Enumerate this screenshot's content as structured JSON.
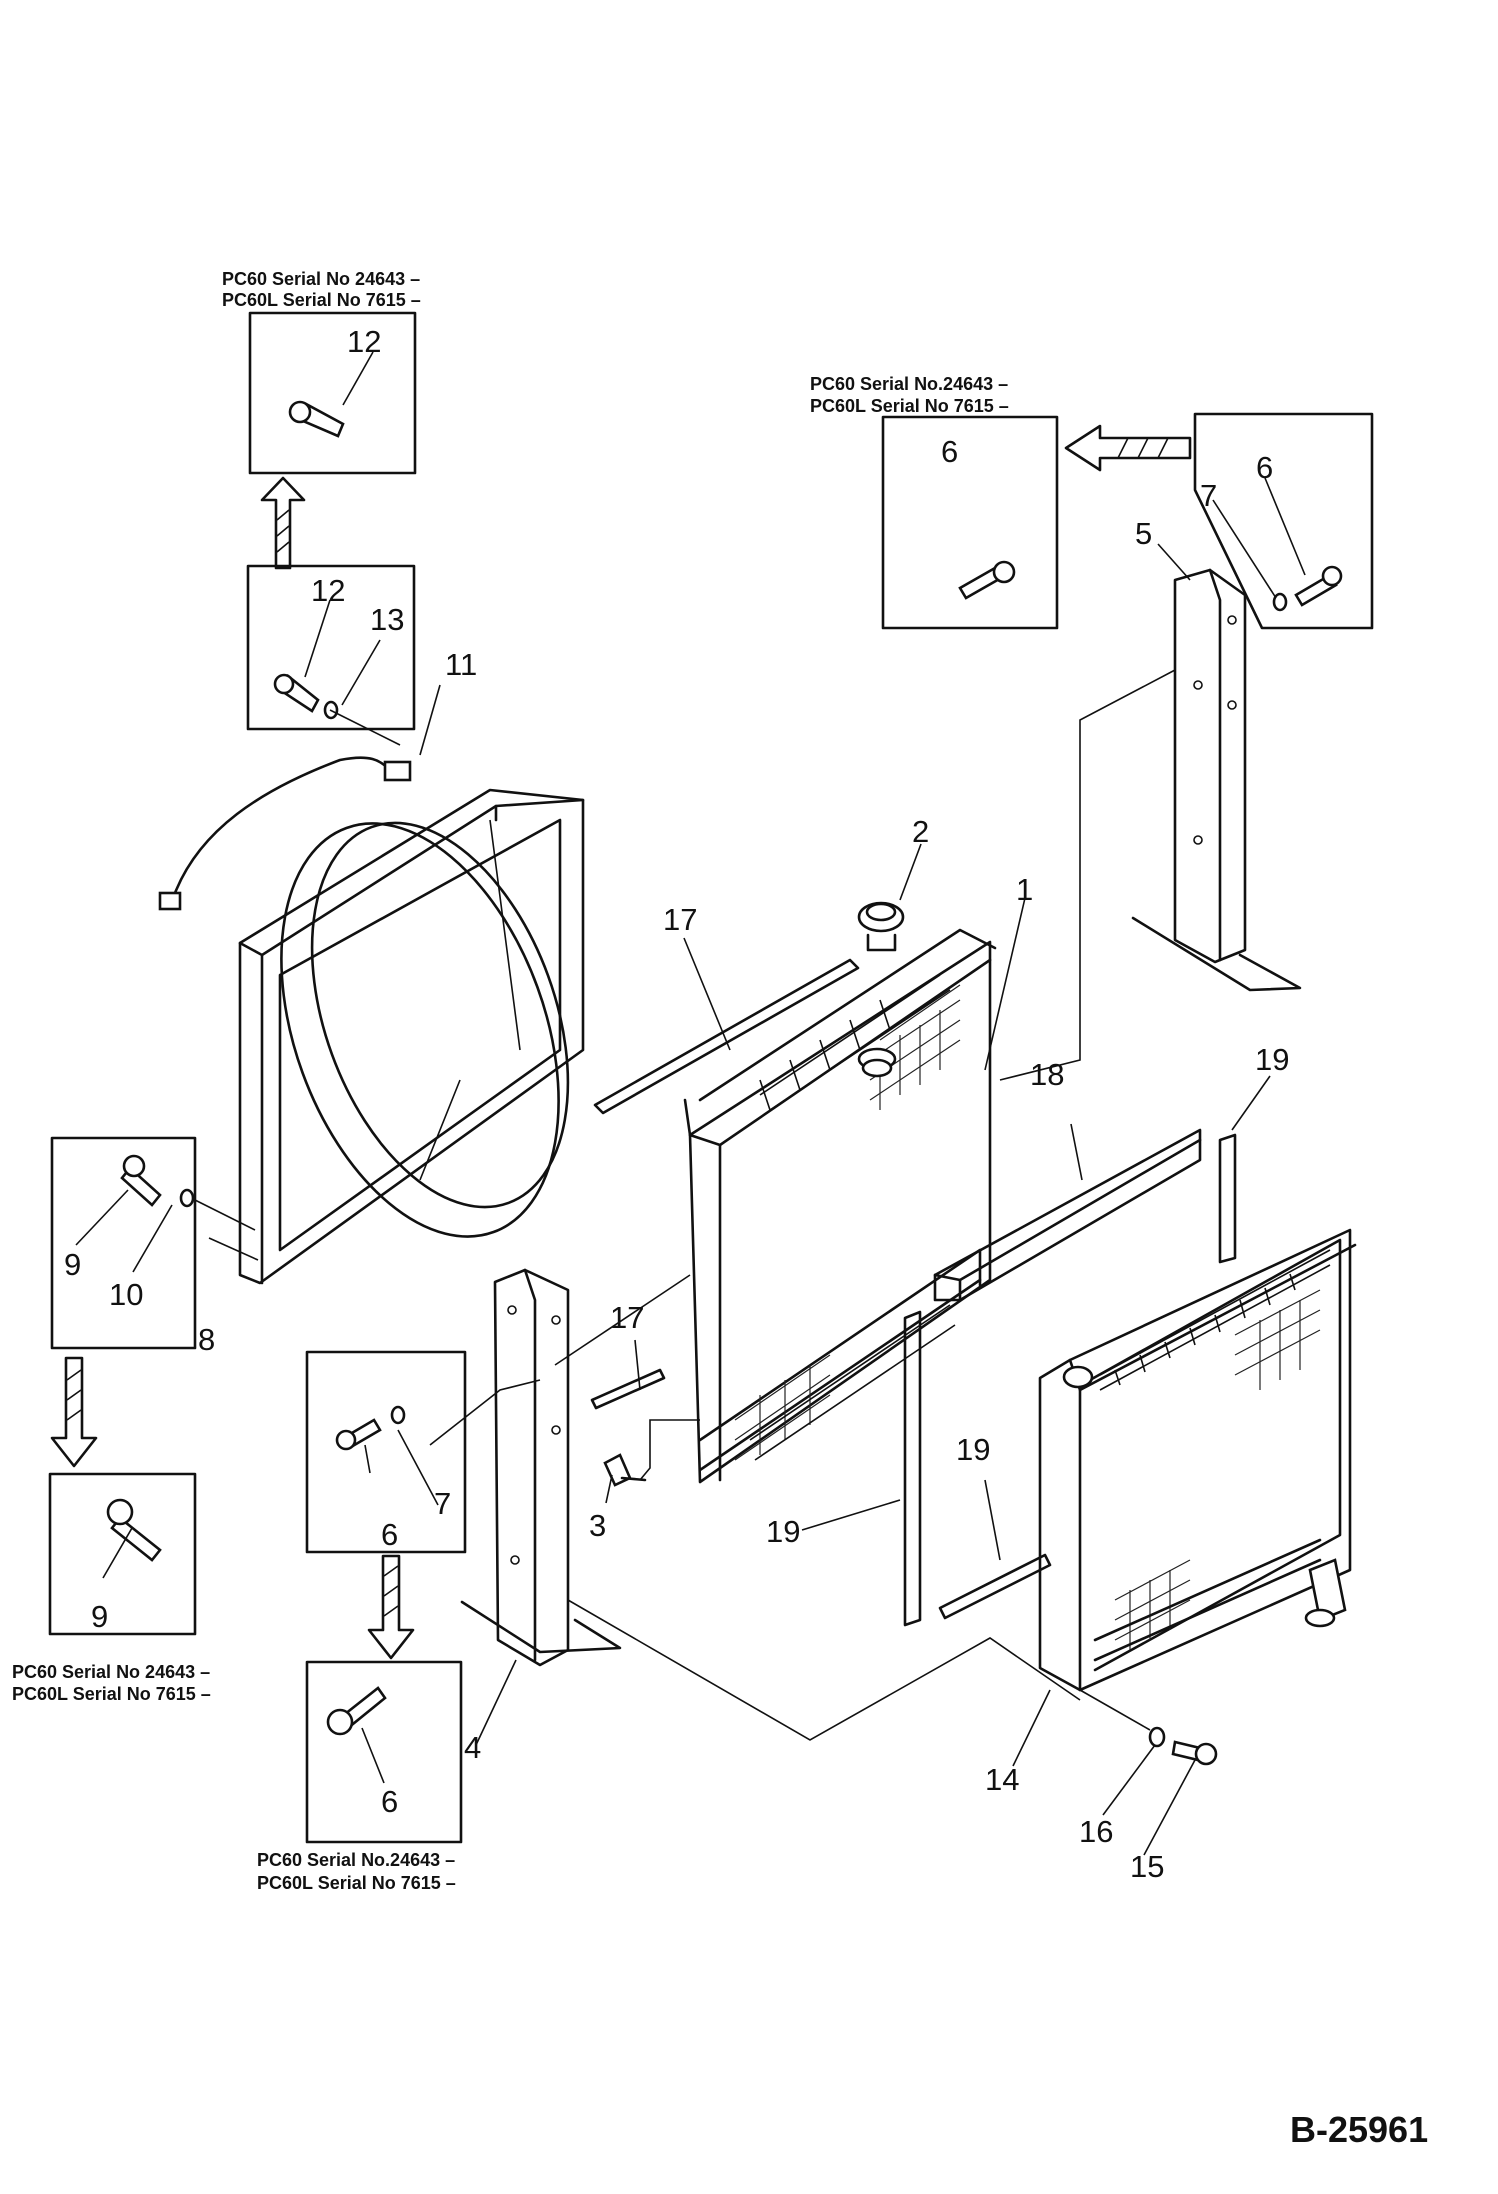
{
  "parts": {
    "p1": "1",
    "p2": "2",
    "p3": "3",
    "p4": "4",
    "p5": "5",
    "p6": "6",
    "p7": "7",
    "p8": "8",
    "p9": "9",
    "p10": "10",
    "p11": "11",
    "p12": "12",
    "p13": "13",
    "p14": "14",
    "p15": "15",
    "p16": "16",
    "p17": "17",
    "p18": "18",
    "p19": "19"
  },
  "serial_notes": {
    "pc60": "PC60    Serial No 24643 –",
    "pc60l": "PC60L  Serial No 7615 –",
    "pc60_dot": "PC60    Serial No.24643 –",
    "pc60l_dot": "PC60L  Serial No 7615 –"
  },
  "drawing_code": "B-25961"
}
